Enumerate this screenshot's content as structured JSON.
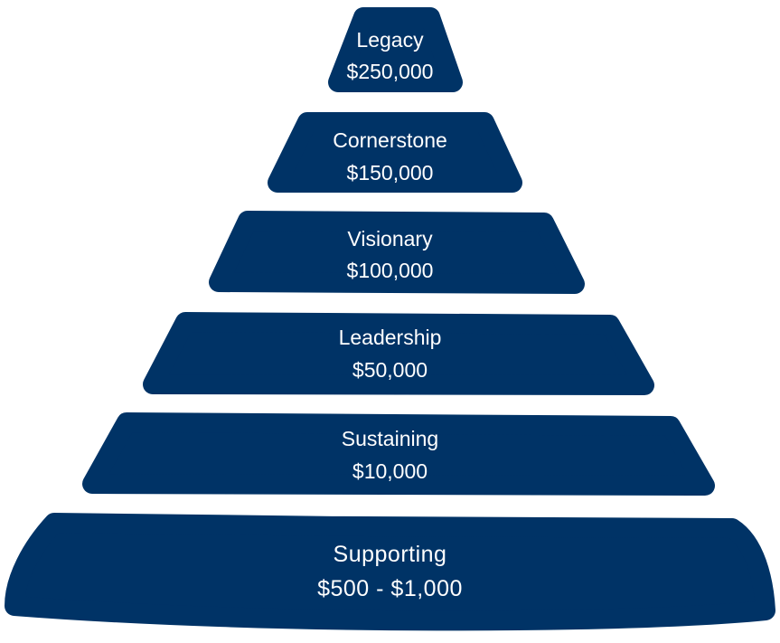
{
  "fill_color": "#003366",
  "text_color": "#ffffff",
  "tiers": [
    {
      "name": "Legacy",
      "amount": "$250,000"
    },
    {
      "name": "Cornerstone",
      "amount": "$150,000"
    },
    {
      "name": "Visionary",
      "amount": "$100,000"
    },
    {
      "name": "Leadership",
      "amount": "$50,000"
    },
    {
      "name": "Sustaining",
      "amount": "$10,000"
    },
    {
      "name": "Supporting",
      "amount": "$500 - $1,000"
    }
  ]
}
